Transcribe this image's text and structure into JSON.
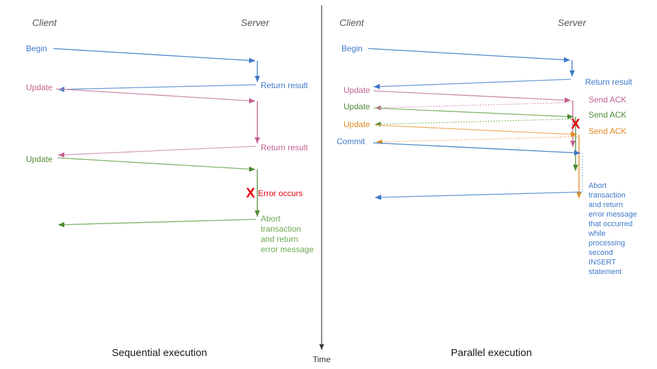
{
  "figure": {
    "background": "#ffffff",
    "time_axis": {
      "label": "Time",
      "color": "#3b3b3b"
    }
  },
  "palette": {
    "blue": "#3d78c8",
    "blue_light": "#7fa8dd",
    "pink": "#c2608f",
    "pink_light": "#d99cbb",
    "green": "#4f8a35",
    "green_light": "#8cbd74",
    "orange": "#e08a20",
    "orange_light": "#f0b266",
    "red": "#e8000b",
    "gray": "#555555",
    "black": "#1a1a1a"
  },
  "left_panel": {
    "caption": "Sequential execution",
    "client_title": "Client",
    "server_title": "Server",
    "messages": [
      {
        "label": "Begin",
        "color": "blue",
        "reply": "Return result"
      },
      {
        "label": "Update",
        "color": "pink",
        "reply": "Return result"
      },
      {
        "label": "Update",
        "color": "green",
        "reply": "Abort transaction and return error message"
      }
    ],
    "error_marker": {
      "glyph": "X",
      "label": "Error occurs",
      "color": "red"
    },
    "abort_text_lines": [
      "Abort",
      "transaction",
      "and return",
      "error message"
    ]
  },
  "right_panel": {
    "caption": "Parallel execution",
    "client_title": "Client",
    "server_title": "Server",
    "messages": [
      {
        "label": "Begin",
        "color": "blue",
        "reply": "Return result"
      },
      {
        "label": "Update",
        "color": "pink",
        "reply": "Send ACK"
      },
      {
        "label": "Update",
        "color": "green",
        "reply": "Send ACK"
      },
      {
        "label": "Update",
        "color": "orange",
        "reply": "Send ACK"
      },
      {
        "label": "Commit",
        "color": "blue",
        "reply": "Abort transaction and return error message that occurred while processing second INSERT statement"
      }
    ],
    "error_marker": {
      "glyph": "X",
      "label": "",
      "color": "red"
    },
    "abort_text_lines": [
      "Abort",
      "transaction",
      "and return",
      "error message",
      "that occurred",
      "while",
      "processing",
      "second",
      "INSERT",
      "statement"
    ]
  }
}
